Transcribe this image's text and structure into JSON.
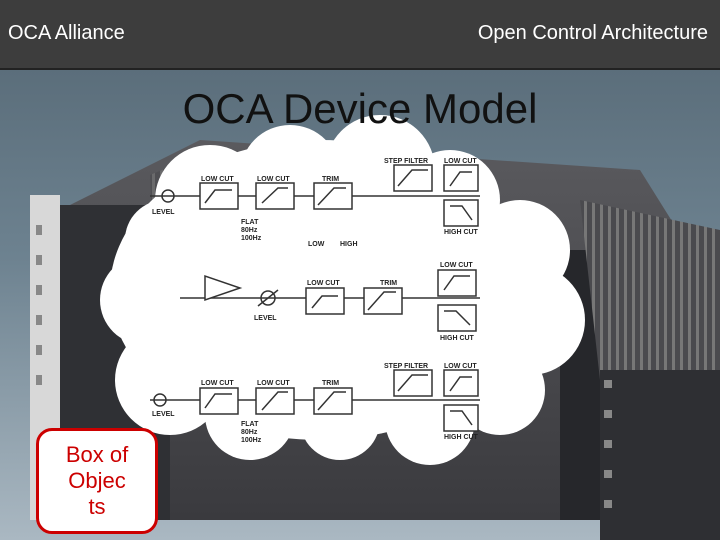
{
  "header": {
    "left_title": "OCA Alliance",
    "right_title": "Open Control Architecture"
  },
  "slide": {
    "title": "OCA Device Model",
    "callout": "Box of Objec ts"
  },
  "diagram": {
    "channel_top": {
      "level": "LEVEL",
      "low_cut_1": "LOW CUT",
      "low_cut_2": "LOW CUT",
      "trim": "TRIM",
      "flat": "FLAT",
      "hz80": "80Hz",
      "hz100": "100Hz",
      "low": "LOW",
      "high": "HIGH",
      "step_filter": "STEP FILTER",
      "low_cut_3": "LOW CUT",
      "high_cut": "HIGH CUT"
    },
    "channel_mid": {
      "level": "LEVEL",
      "low_cut": "LOW CUT",
      "trim": "TRIM",
      "low_cut_r": "LOW CUT",
      "high_cut": "HIGH CUT"
    },
    "channel_bot": {
      "level": "LEVEL",
      "low_cut_1": "LOW CUT",
      "low_cut_2": "LOW CUT",
      "trim": "TRIM",
      "flat": "FLAT",
      "hz80": "80Hz",
      "hz100": "100Hz",
      "step_filter": "STEP FILTER",
      "low_cut_3": "LOW CUT",
      "high_cut": "HIGH CUT"
    }
  }
}
